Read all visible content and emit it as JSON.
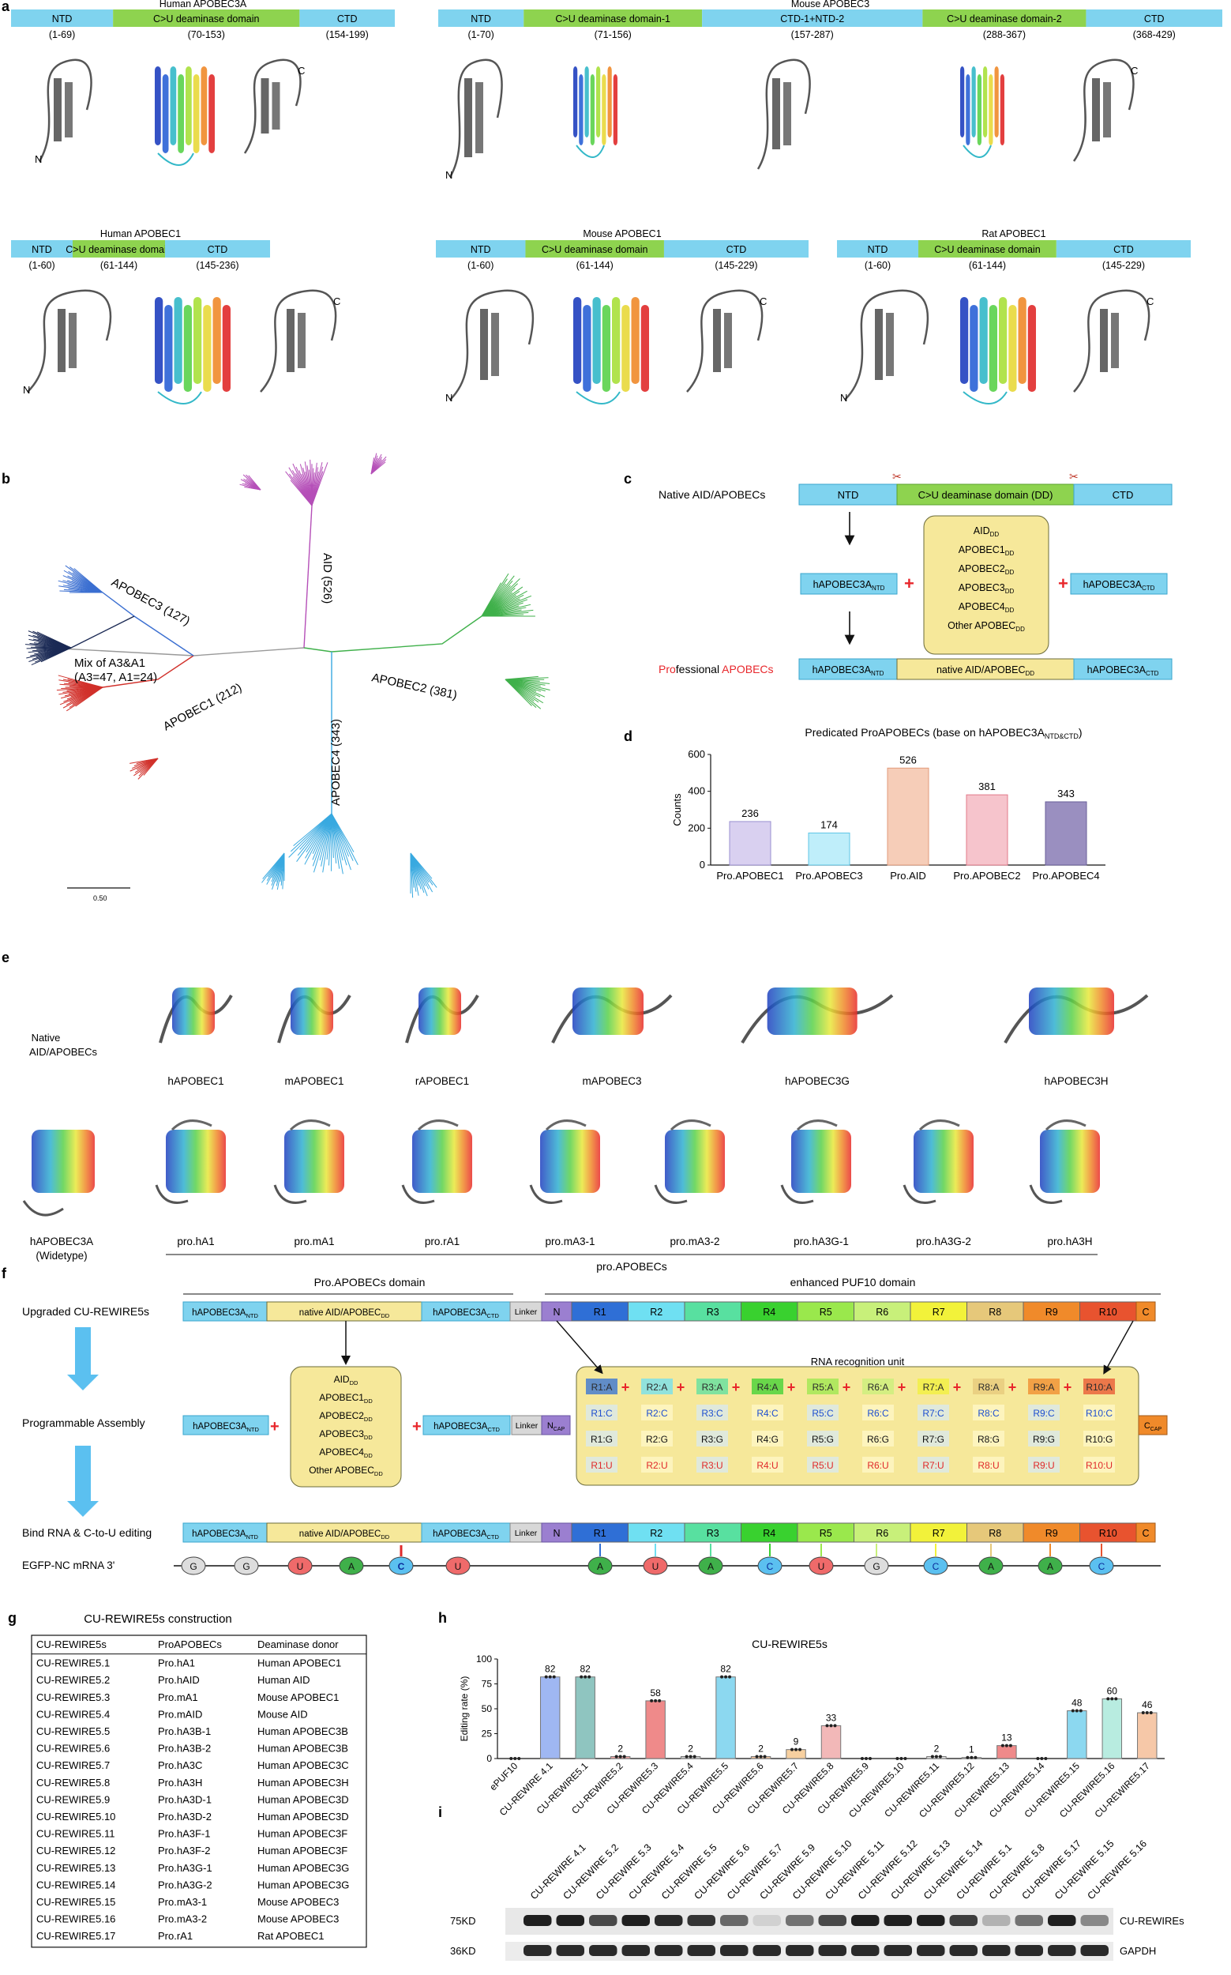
{
  "panels": {
    "a": "a",
    "b": "b",
    "c": "c",
    "d": "d",
    "e": "e",
    "f": "f",
    "g": "g",
    "h": "h",
    "i": "i"
  },
  "colors": {
    "ntd": "#7fd3ef",
    "dd": "#8ed34f",
    "dd_yellow": "#f6e89a",
    "pink": "#e0c8e8",
    "arrow": "#5bc0f0",
    "red": "#e8262b"
  },
  "a": {
    "proteins": [
      {
        "name": "Human APOBEC3A",
        "domains": [
          {
            "label": "NTD",
            "range": "(1-69)",
            "kind": "ntd"
          },
          {
            "label": "C>U deaminase domain",
            "range": "(70-153)",
            "kind": "dd"
          },
          {
            "label": "CTD",
            "range": "(154-199)",
            "kind": "ntd"
          }
        ]
      },
      {
        "name": "Mouse APOBEC3",
        "domains": [
          {
            "label": "NTD",
            "range": "(1-70)",
            "kind": "ntd"
          },
          {
            "label": "C>U deaminase domain-1",
            "range": "(71-156)",
            "kind": "dd"
          },
          {
            "label": "CTD-1+NTD-2",
            "range": "(157-287)",
            "kind": "ntd"
          },
          {
            "label": "C>U deaminase domain-2",
            "range": "(288-367)",
            "kind": "dd"
          },
          {
            "label": "CTD",
            "range": "(368-429)",
            "kind": "ntd"
          }
        ]
      },
      {
        "name": "Human APOBEC1",
        "domains": [
          {
            "label": "NTD",
            "range": "(1-60)",
            "kind": "ntd"
          },
          {
            "label": "C>U deaminase domain",
            "range": "(61-144)",
            "kind": "dd"
          },
          {
            "label": "CTD",
            "range": "(145-236)",
            "kind": "ntd"
          }
        ]
      },
      {
        "name": "Mouse APOBEC1",
        "domains": [
          {
            "label": "NTD",
            "range": "(1-60)",
            "kind": "ntd"
          },
          {
            "label": "C>U deaminase domain",
            "range": "(61-144)",
            "kind": "dd"
          },
          {
            "label": "CTD",
            "range": "(145-229)",
            "kind": "ntd"
          }
        ]
      },
      {
        "name": "Rat APOBEC1",
        "domains": [
          {
            "label": "NTD",
            "range": "(1-60)",
            "kind": "ntd"
          },
          {
            "label": "C>U deaminase domain",
            "range": "(61-144)",
            "kind": "dd"
          },
          {
            "label": "CTD",
            "range": "(145-229)",
            "kind": "ntd"
          }
        ]
      }
    ],
    "n_label": "N",
    "c_label": "C"
  },
  "b": {
    "clades": [
      {
        "label": "AID (526)",
        "color": "#b54fb8"
      },
      {
        "label": "APOBEC3 (127)",
        "color": "#3b6fd1"
      },
      {
        "label": "Mix of A3&A1",
        "color": "#1b2a55"
      },
      {
        "label": "(A3=47, A1=24)",
        "color": "#1b2a55"
      },
      {
        "label": "APOBEC1 (212)",
        "color": "#d1312b"
      },
      {
        "label": "APOBEC2 (381)",
        "color": "#3fb04a"
      },
      {
        "label": "APOBEC4 (343)",
        "color": "#38a9e0"
      }
    ],
    "scale": "0.50"
  },
  "c": {
    "native_label": "Native AID/APOBECs",
    "native_domains": [
      "NTD",
      "C>U deaminase domain (DD)",
      "CTD"
    ],
    "ntd_part": "hAPOBEC3A",
    "ntd_sub": "NTD",
    "ctd_part": "hAPOBEC3A",
    "ctd_sub": "CTD",
    "dd_list": [
      {
        "main": "AID",
        "sub": "DD"
      },
      {
        "main": "APOBEC1",
        "sub": "DD"
      },
      {
        "main": "APOBEC2",
        "sub": "DD"
      },
      {
        "main": "APOBEC3",
        "sub": "DD"
      },
      {
        "main": "APOBEC4",
        "sub": "DD"
      },
      {
        "main": "Other APOBEC",
        "sub": "DD"
      }
    ],
    "plus": "+",
    "prof_label_red1": "Pro",
    "prof_label_black": "fessional ",
    "prof_label_red2": "APOBECs",
    "final_mid_main": "native AID/APOBEC",
    "final_mid_sub": "DD"
  },
  "chart_data": [
    {
      "type": "bar",
      "title": "Predicated ProAPOBECs (base on hAPOBEC3A",
      "title_sub": "NTD&CTD",
      "title_end": ")",
      "ylabel": "Counts",
      "ylim": [
        0,
        600
      ],
      "yticks": [
        0,
        200,
        400,
        600
      ],
      "categories": [
        "Pro.APOBEC1",
        "Pro.APOBEC3",
        "Pro.AID",
        "Pro.APOBEC2",
        "Pro.APOBEC4"
      ],
      "values": [
        236,
        174,
        526,
        381,
        343
      ],
      "colors": [
        "#d9d0f0",
        "#bfeefa",
        "#f6cdb8",
        "#f6c4cc",
        "#9a8fc0"
      ],
      "strokes": [
        "#9a8fd0",
        "#5fc6e6",
        "#e29a7a",
        "#e27a8a",
        "#6a5f9a"
      ]
    },
    {
      "type": "bar",
      "title": "CU-REWIRE5s",
      "ylabel": "Editing rate (%)",
      "ylim": [
        0,
        100
      ],
      "yticks": [
        0,
        25,
        50,
        75,
        100
      ],
      "categories": [
        "ePUF10",
        "CU-REWIRE 4.1",
        "CU-REWIRE5.1",
        "CU-REWIRE5.2",
        "CU-REWIRE5.3",
        "CU-REWIRE5.4",
        "CU-REWIRE5.5",
        "CU-REWIRE5.6",
        "CU-REWIRE5.7",
        "CU-REWIRE5.8",
        "CU-REWIRE5.9",
        "CU-REWIRE5.10",
        "CU-REWIRE5.11",
        "CU-REWIRE5.12",
        "CU-REWIRE5.13",
        "CU-REWIRE5.14",
        "CU-REWIRE5.15",
        "CU-REWIRE5.16",
        "CU-REWIRE5.17"
      ],
      "values": [
        0,
        82,
        82,
        2,
        58,
        2,
        82,
        2,
        9,
        33,
        0,
        0,
        2,
        1,
        13,
        0,
        48,
        60,
        46
      ],
      "value_labels": [
        "",
        "82",
        "82",
        "2",
        "58",
        "2",
        "82",
        "2",
        "9",
        "33",
        "",
        "",
        "2",
        "1",
        "13",
        "",
        "48",
        "60",
        "46"
      ],
      "colors": [
        "#ffffff",
        "#9fb7f2",
        "#8fc5c0",
        "#f2a7a7",
        "#ef8a8a",
        "#cfcfcf",
        "#8cd8f0",
        "#f2c4a0",
        "#f7d0a0",
        "#f2b8b8",
        "#dddddd",
        "#dddddd",
        "#e6e6e6",
        "#e6e6e6",
        "#ef8a8a",
        "#dddddd",
        "#8cd8f0",
        "#b8ece0",
        "#f6c8a8"
      ]
    }
  ],
  "e": {
    "native_label_1": "Native",
    "native_label_2": "AID/APOBECs",
    "row1": [
      "hAPOBEC1",
      "mAPOBEC1",
      "rAPOBEC1",
      "mAPOBEC3",
      "hAPOBEC3G",
      "hAPOBEC3H"
    ],
    "wt_1": "hAPOBEC3A",
    "wt_2": "(Widetype)",
    "row2": [
      "pro.hA1",
      "pro.mA1",
      "pro.rA1",
      "pro.mA3-1",
      "pro.mA3-2",
      "pro.hA3G-1",
      "pro.hA3G-2",
      "pro.hA3H"
    ],
    "group": "pro.APOBECs"
  },
  "f": {
    "pro_domain": "Pro.APOBECs domain",
    "puf_domain": "enhanced PUF10 domain",
    "row_labels": [
      "Upgraded CU-REWIRE5s",
      "Programmable Assembly",
      "Bind RNA & C-to-U editing"
    ],
    "linker": "Linker",
    "n": "N",
    "c": "C",
    "ncap_main": "N",
    "ncap_sub": "CAP",
    "ccap_main": "C",
    "ccap_sub": "CAP",
    "repeats": [
      "R1",
      "R2",
      "R3",
      "R4",
      "R5",
      "R6",
      "R7",
      "R8",
      "R9",
      "R10"
    ],
    "repeat_colors": [
      "#2f6fd6",
      "#6fe0f2",
      "#58e0a0",
      "#39d12f",
      "#9ae84c",
      "#c8f07a",
      "#f2f23a",
      "#e6c87a",
      "#f08a2a",
      "#e8532f"
    ],
    "rru_title": "RNA recognition unit",
    "bases": [
      "A",
      "C",
      "G",
      "U"
    ],
    "mrna_label": "EGFP-NC  mRNA 3'",
    "mrna": [
      "G",
      "G",
      "U",
      "A",
      "C",
      "U",
      "A",
      "U",
      "A",
      "C",
      "U",
      "G",
      "C",
      "A",
      "A",
      "C"
    ]
  },
  "g": {
    "title": "CU-REWIRE5s construction",
    "headers": [
      "CU-REWIRE5s",
      "ProAPOBECs",
      "Deaminase donor"
    ],
    "rows": [
      [
        "CU-REWIRE5.1",
        "Pro.hA1",
        "Human APOBEC1"
      ],
      [
        "CU-REWIRE5.2",
        "Pro.hAID",
        "Human AID"
      ],
      [
        "CU-REWIRE5.3",
        "Pro.mA1",
        "Mouse APOBEC1"
      ],
      [
        "CU-REWIRE5.4",
        "Pro.mAID",
        "Mouse AID"
      ],
      [
        "CU-REWIRE5.5",
        "Pro.hA3B-1",
        "Human APOBEC3B"
      ],
      [
        "CU-REWIRE5.6",
        "Pro.hA3B-2",
        "Human APOBEC3B"
      ],
      [
        "CU-REWIRE5.7",
        "Pro.hA3C",
        "Human APOBEC3C"
      ],
      [
        "CU-REWIRE5.8",
        "Pro.hA3H",
        "Human APOBEC3H"
      ],
      [
        "CU-REWIRE5.9",
        "Pro.hA3D-1",
        "Human APOBEC3D"
      ],
      [
        "CU-REWIRE5.10",
        "Pro.hA3D-2",
        "Human APOBEC3D"
      ],
      [
        "CU-REWIRE5.11",
        "Pro.hA3F-1",
        "Human APOBEC3F"
      ],
      [
        "CU-REWIRE5.12",
        "Pro.hA3F-2",
        "Human APOBEC3F"
      ],
      [
        "CU-REWIRE5.13",
        "Pro.hA3G-1",
        "Human APOBEC3G"
      ],
      [
        "CU-REWIRE5.14",
        "Pro.hA3G-2",
        "Human APOBEC3G"
      ],
      [
        "CU-REWIRE5.15",
        "Pro.mA3-1",
        "Mouse APOBEC3"
      ],
      [
        "CU-REWIRE5.16",
        "Pro.mA3-2",
        "Mouse APOBEC3"
      ],
      [
        "CU-REWIRE5.17",
        "Pro.rA1",
        "Rat APOBEC1"
      ]
    ]
  },
  "i": {
    "lanes": [
      "CU-REWIRE 4.1",
      "CU-REWIRE 5.2",
      "CU-REWIRE 5.3",
      "CU-REWIRE 5.4",
      "CU-REWIRE 5.5",
      "CU-REWIRE 5.6",
      "CU-REWIRE 5.7",
      "CU-REWIRE 5.9",
      "CU-REWIRE 5.10",
      "CU-REWIRE 5.11",
      "CU-REWIRE 5.12",
      "CU-REWIRE 5.13",
      "CU-REWIRE 5.14",
      "CU-REWIRE 5.1",
      "CU-REWIRE 5.8",
      "CU-REWIRE 5.17",
      "CU-REWIRE 5.15",
      "CU-REWIRE 5.16"
    ],
    "band_intensity": [
      0.95,
      0.95,
      0.75,
      0.95,
      0.9,
      0.85,
      0.6,
      0.1,
      0.55,
      0.75,
      0.95,
      0.95,
      0.95,
      0.8,
      0.25,
      0.55,
      0.95,
      0.45
    ],
    "mw_top": "75KD",
    "mw_bottom": "36KD",
    "label_top": "CU-REWIREs",
    "label_bottom": "GAPDH"
  }
}
